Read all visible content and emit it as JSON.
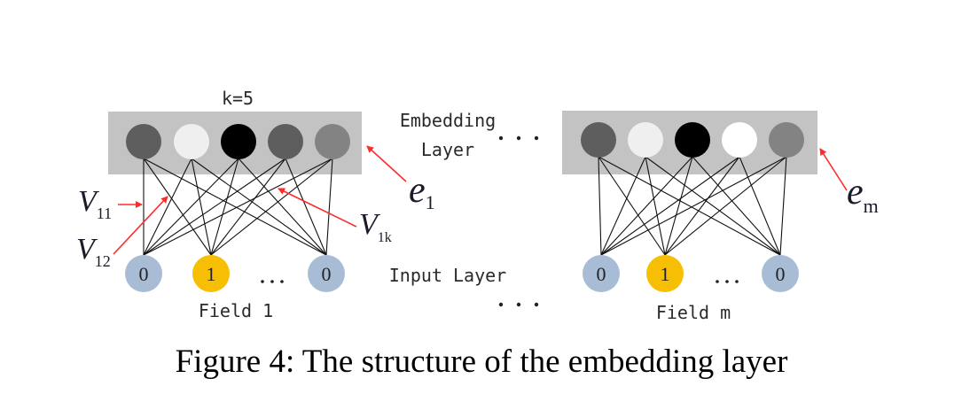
{
  "figure": {
    "caption": "Figure 4: The structure of the embedding layer",
    "k_label": "k=5",
    "embedding_layer_label": [
      "Embedding",
      "Layer"
    ],
    "input_layer_label": "Input Layer",
    "ellipsis": "...",
    "colors": {
      "embedding_box": "#c3c3c3",
      "input_zero": "#a9bcd6",
      "input_one": "#f7bf04",
      "arrow": "#ff2a2a",
      "edge": "#111111"
    },
    "fields": [
      {
        "id": "field-1",
        "label": "Field 1",
        "embedding_label": {
          "base": "e",
          "sub": "1"
        },
        "embedding_units": [
          "#5e5e5e",
          "#efefef",
          "#000000",
          "#5e5e5e",
          "#838383"
        ],
        "inputs": [
          {
            "value": "0",
            "active": false
          },
          {
            "value": "1",
            "active": true
          },
          {
            "value": "0",
            "active": false
          }
        ],
        "weight_labels": [
          {
            "base": "V",
            "sub": "11"
          },
          {
            "base": "V",
            "sub": "12"
          },
          {
            "base": "V",
            "sub": "1k"
          }
        ]
      },
      {
        "id": "field-m",
        "label": "Field m",
        "embedding_label": {
          "base": "e",
          "sub": "m"
        },
        "embedding_units": [
          "#5e5e5e",
          "#efefef",
          "#000000",
          "#ffffff",
          "#838383"
        ],
        "inputs": [
          {
            "value": "0",
            "active": false
          },
          {
            "value": "1",
            "active": true
          },
          {
            "value": "0",
            "active": false
          }
        ],
        "weight_labels": []
      }
    ]
  }
}
